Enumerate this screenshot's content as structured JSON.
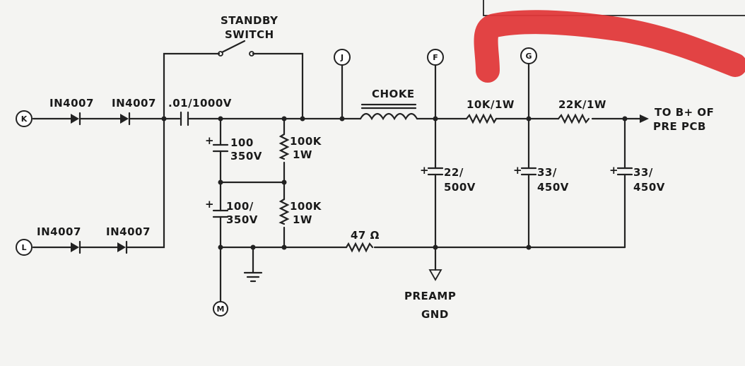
{
  "terminals": {
    "k": "K",
    "l": "L",
    "m": "M",
    "j": "J",
    "f": "F",
    "g": "G"
  },
  "labels": {
    "standby_line1": "STANDBY",
    "standby_line2": "SWITCH",
    "diode_k1": "IN4007",
    "diode_k2": "IN4007",
    "diode_l1": "IN4007",
    "diode_l2": "IN4007",
    "cap_series": ".01/1000V",
    "choke": "CHOKE",
    "res_10k": "10K/1W",
    "res_22k": "22K/1W",
    "out_line1": "TO B+ OF",
    "out_line2": "PRE PCB",
    "cap1_line1": "100",
    "cap1_line2": "350V",
    "cap2_line1": "100/",
    "cap2_line2": "350V",
    "res_100k_1_line1": "100K",
    "res_100k_1_line2": "1W",
    "res_100k_2_line1": "100K",
    "res_100k_2_line2": "1W",
    "res_47": "47 Ω",
    "cap_f_line1": "22/",
    "cap_f_line2": "500V",
    "cap_g_line1": "33/",
    "cap_g_line2": "450V",
    "cap_out_line1": "33/",
    "cap_out_line2": "450V",
    "preamp_line1": "PREAMP",
    "preamp_line2": "GND",
    "plus": "+"
  },
  "colors": {
    "ink": "#222222",
    "paper": "#f4f4f2",
    "redaction": "#e0393a"
  }
}
